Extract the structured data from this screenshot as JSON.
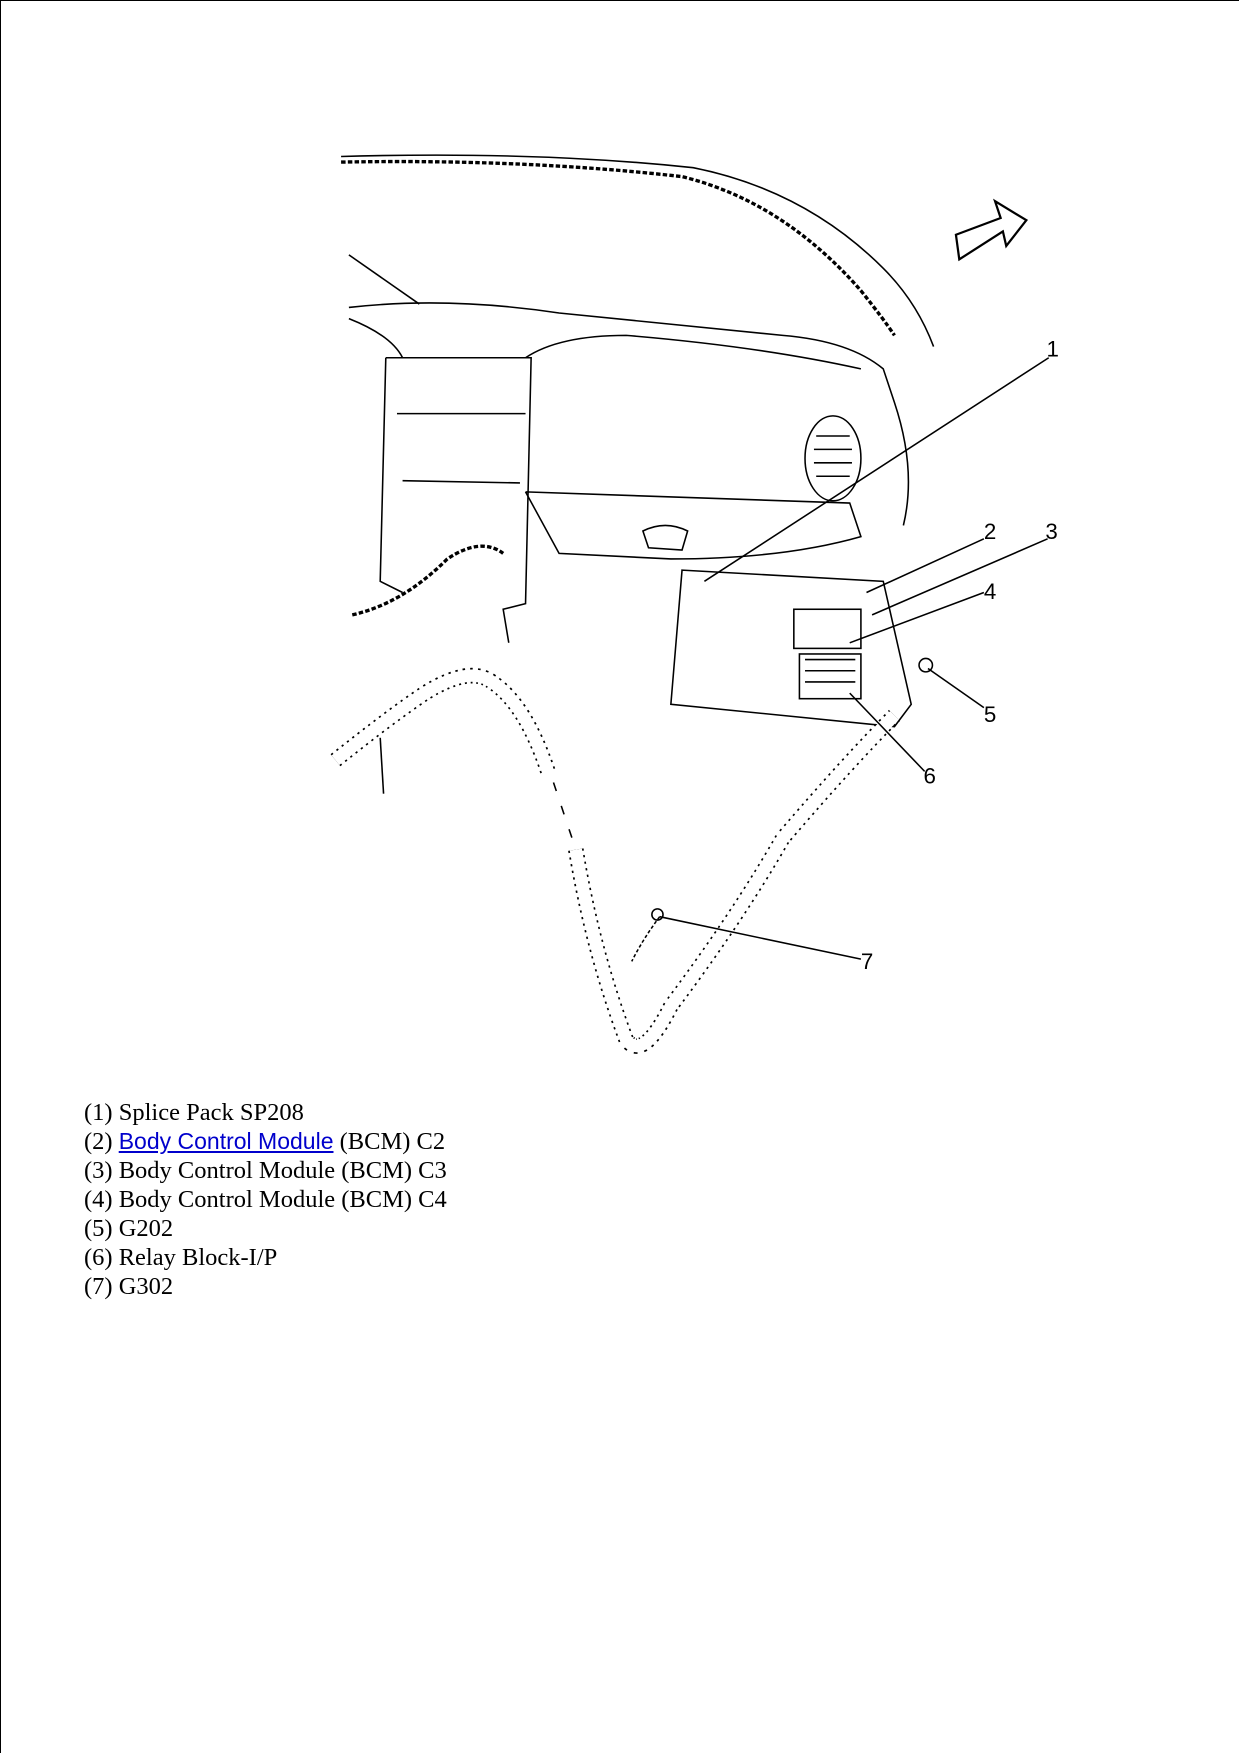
{
  "diagram": {
    "callouts": [
      "1",
      "2",
      "3",
      "4",
      "5",
      "6",
      "7"
    ]
  },
  "legend": [
    {
      "num": "(1)",
      "text": "Splice Pack SP208"
    },
    {
      "num": "(2)",
      "link": "Body Control Module",
      "text": "(BCM) C2"
    },
    {
      "num": "(3)",
      "text": "Body Control Module (BCM) C3"
    },
    {
      "num": "(4)",
      "text": "Body Control Module (BCM) C4"
    },
    {
      "num": "(5)",
      "text": "G202"
    },
    {
      "num": "(6)",
      "text": "Relay Block-I/P"
    },
    {
      "num": "(7)",
      "text": "G302"
    }
  ]
}
